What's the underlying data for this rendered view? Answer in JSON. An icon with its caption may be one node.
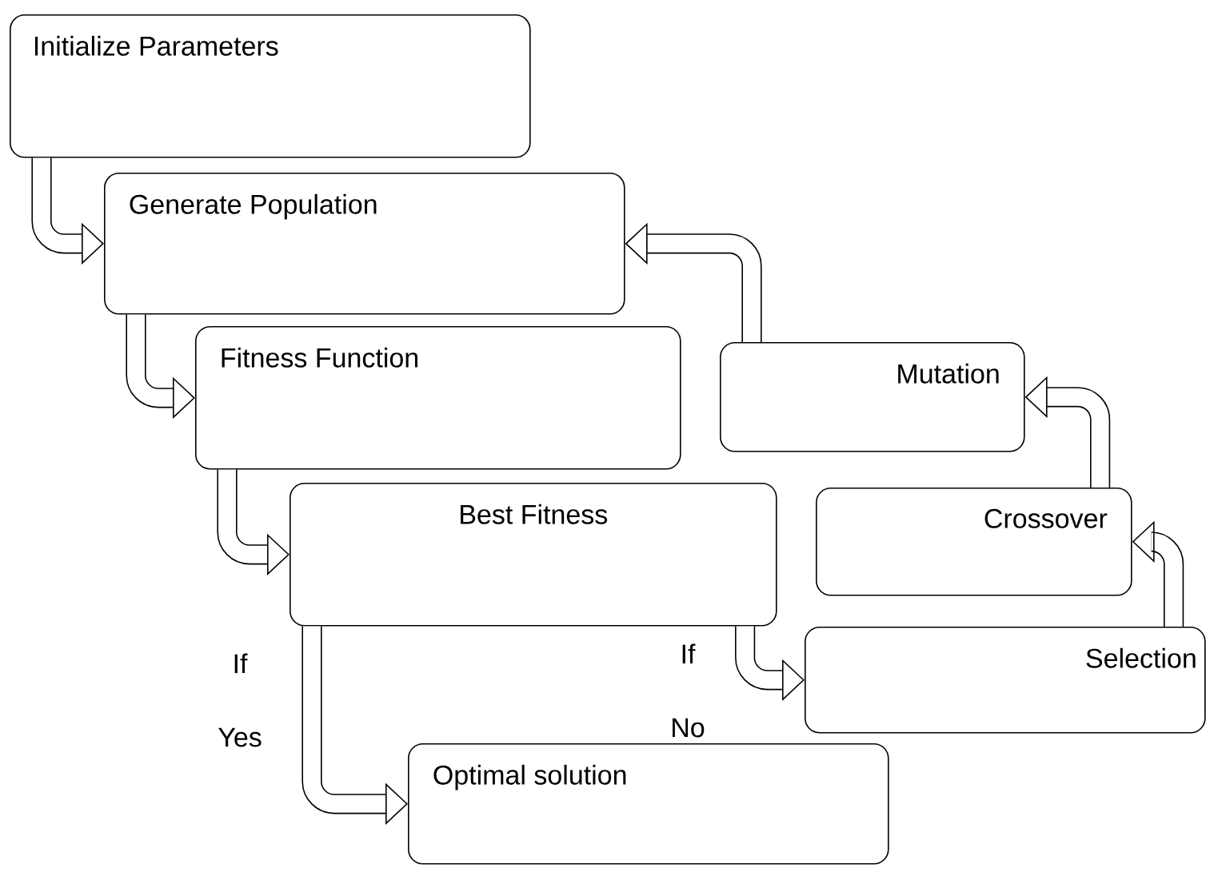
{
  "diagram": {
    "nodes": [
      {
        "text": [
          "Initialize Parameters"
        ]
      },
      {
        "text": [
          "Generate Population"
        ]
      },
      {
        "text": [
          "Fitness Function"
        ]
      },
      {
        "text": [
          "Best Fitness"
        ]
      },
      {
        "text": [
          "Mutation"
        ]
      },
      {
        "text": [
          "Crossover"
        ]
      },
      {
        "text": [
          "Selection"
        ]
      },
      {
        "text": [
          "Optimal solution"
        ]
      }
    ],
    "edges": [
      {
        "from": 0,
        "to": 1,
        "arrow": "to"
      },
      {
        "from": 1,
        "to": 2,
        "arrow": "to"
      },
      {
        "from": 2,
        "to": 3,
        "arrow": "to"
      },
      {
        "from": 3,
        "to": 7,
        "arrow": "to",
        "label": "If Yes"
      },
      {
        "from": 3,
        "to": 6,
        "arrow": "to",
        "label": "If No"
      },
      {
        "from": 6,
        "to": 5,
        "arrow": "to"
      },
      {
        "from": 5,
        "to": 4,
        "arrow": "to"
      },
      {
        "from": 4,
        "to": 1,
        "arrow": "to"
      }
    ]
  }
}
